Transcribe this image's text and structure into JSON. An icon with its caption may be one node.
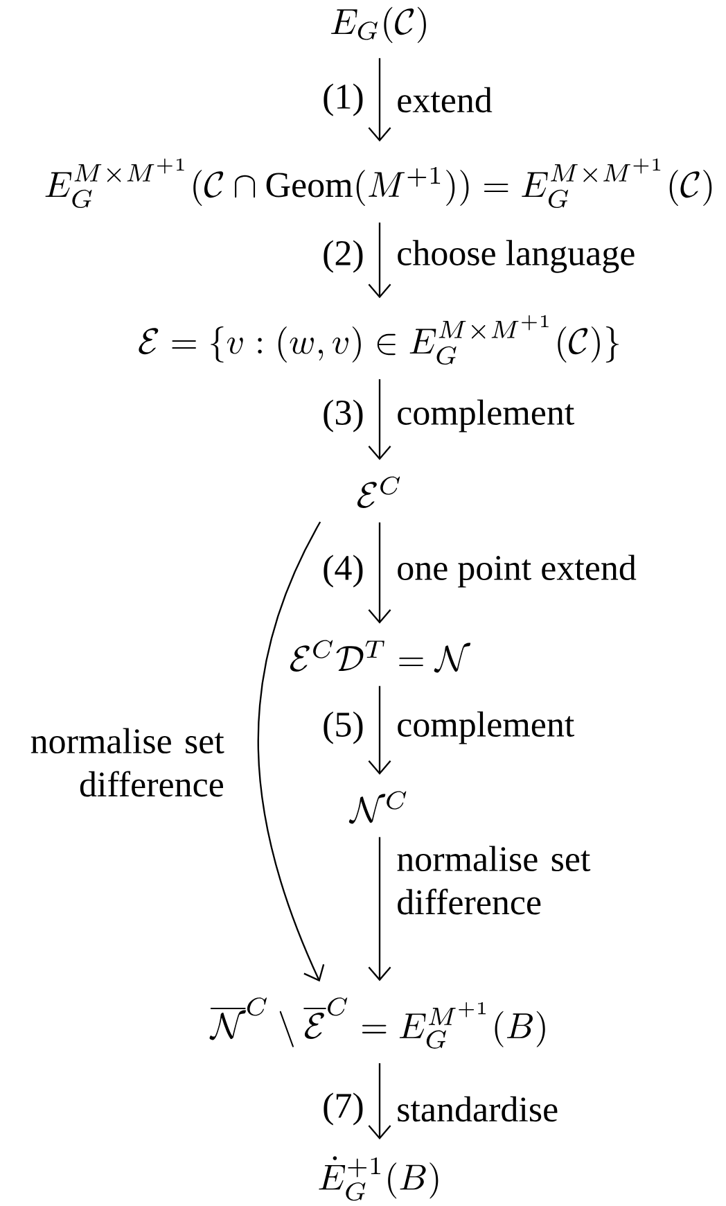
{
  "diagram": {
    "nodes": [
      {
        "text": [
          "E_G(\\mathcal{C})"
        ]
      },
      {
        "text": [
          "E_G^{M\\times M^{+1}}(\\mathcal{C}\\cap\\mathrm{Geom}(M^{+1}))=E_G^{M\\times M^{+1}}(\\mathcal{C})"
        ]
      },
      {
        "text": [
          "\\mathcal{E}=\\{v:(w,v)\\in E_G^{M\\times M^{+1}}(\\mathcal{C})\\}"
        ]
      },
      {
        "text": [
          "\\mathcal{E}^C"
        ]
      },
      {
        "text": [
          "\\mathcal{E}^C\\mathcal{D}^T=\\mathcal{N}"
        ]
      },
      {
        "text": [
          "\\mathcal{N}^C"
        ]
      },
      {
        "text": [
          "\\overline{\\mathcal{N}}^C\\setminus\\overline{\\mathcal{E}}^C=E_G^{M^{+1}}(B)"
        ]
      },
      {
        "text": [
          "\\dot{E}_G^{+1}(B)"
        ]
      }
    ],
    "edges": [
      {
        "from": 0,
        "to": 1,
        "arrow": "to",
        "label": "extend"
      },
      {
        "from": 1,
        "to": 2,
        "arrow": "to",
        "label": "choose language"
      },
      {
        "from": 2,
        "to": 3,
        "arrow": "to",
        "label": "complement"
      },
      {
        "from": 3,
        "to": 4,
        "arrow": "to",
        "label": "one point extend"
      },
      {
        "from": 4,
        "to": 5,
        "arrow": "to",
        "label": "complement"
      },
      {
        "from": 3,
        "to": 6,
        "arrow": "to",
        "label": "normalise set difference"
      },
      {
        "from": 5,
        "to": 6,
        "arrow": "to",
        "label": "normalise set difference"
      },
      {
        "from": 6,
        "to": 7,
        "arrow": "to",
        "label": "standardise"
      }
    ],
    "labels": [
      "(1)",
      "(2)",
      "(3)",
      "(4)",
      "(5)",
      "(7)"
    ]
  }
}
